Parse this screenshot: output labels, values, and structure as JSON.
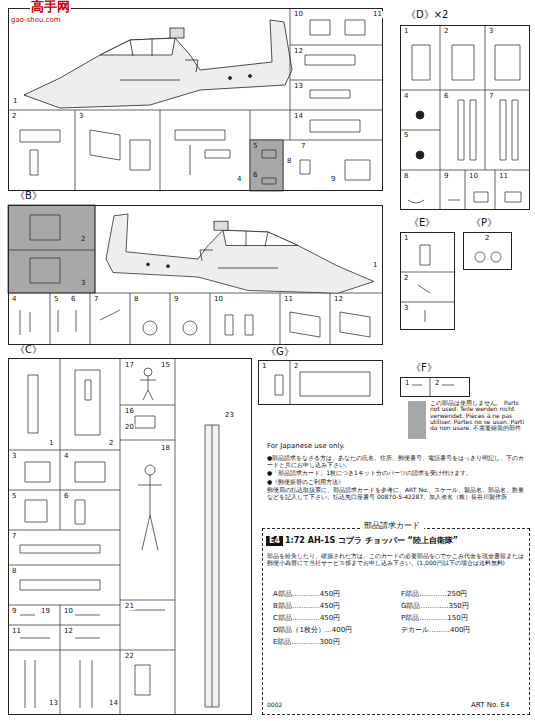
{
  "diagram": {
    "nodes": [
      {
        "text": [
          "1",
          "2",
          "3",
          "4",
          "5",
          "6",
          "7",
          "8",
          "9",
          "10",
          "11",
          "12",
          "13",
          "14"
        ]
      },
      {
        "text": [
          "《D》×2",
          "1",
          "2",
          "3",
          "4",
          "5",
          "6",
          "7",
          "8",
          "9",
          "10",
          "11"
        ]
      },
      {
        "text": [
          "《B》",
          "1",
          "2",
          "3",
          "4",
          "5",
          "6",
          "7",
          "8",
          "9",
          "10",
          "11",
          "12"
        ]
      },
      {
        "text": [
          "《E》",
          "1",
          "2",
          "3"
        ]
      },
      {
        "text": [
          "《P》",
          "2"
        ]
      },
      {
        "text": [
          "《C》",
          "1",
          "2",
          "3",
          "4",
          "5",
          "6",
          "7",
          "8",
          "9",
          "10",
          "11",
          "12",
          "13",
          "14",
          "15",
          "16",
          "17",
          "18",
          "19",
          "20",
          "21",
          "22",
          "23"
        ]
      },
      {
        "text": [
          "《G》",
          "1",
          "2"
        ]
      },
      {
        "text": [
          "《F》",
          "1",
          "2"
        ]
      },
      {
        "text": [
          "部品請求カード",
          "E4",
          "1:72 AH-1S コブラ チョッパー “陸上自衛隊”",
          "部品を紛失したり、破損された方は、このカードの必要部品を○でかこみ代金を現金書留または郵便小為替にて当社サービス係までお申し込み下さい。(1,000円以下の場合は送料無料)",
          "A部品…………450円",
          "B部品…………450円",
          "C部品…………450円",
          "D部品（1枚分）…400円",
          "E部品…………300円",
          "F部品…………250円",
          "G部品…………350円",
          "P部品…………150円",
          "デカール………400円",
          "0002",
          "ART No. E4"
        ]
      }
    ],
    "labels": [
      "高手网",
      "gao-shou.com",
      "For Japanese use only.",
      "●部品請求をなさる方は、あなたの氏名、住所、郵便番号、電話番号をはっきり明記し、下のカードと共にお申し込み下さい。",
      "●「部品請求カード」1枚につき1キット分のパーツの請求を受け付けます。",
      "●《郵便振替のご利用方法》",
      "郵便局の払込取扱票に、部品請求カードを参考に、ART No.、スケール、製品名、部品名、数量などを記入して下さい。払込先口座番号 00870-5-42287、加入者名（株）長谷川製作所"
    ],
    "legend": [
      {
        "text": "この部品は使用しません。 Parts not used. Teile werden nicht verwendet. Pièces à ne pas utiliser. Partes no se usan. Parti da non usare. 不需要組裝的部件",
        "color": "#a8a8a8"
      }
    ]
  }
}
